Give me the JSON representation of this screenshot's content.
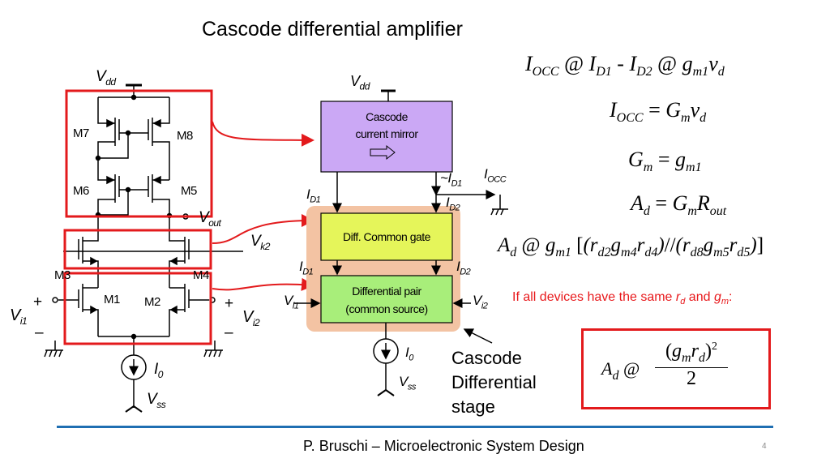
{
  "title": "Cascode differential amplifier",
  "schematic": {
    "vdd": "V",
    "vdd_sub": "dd",
    "vss": "V",
    "vss_sub": "ss",
    "vout": "V",
    "vout_sub": "out",
    "vk2": "V",
    "vk2_sub": "k2",
    "vi1": "V",
    "vi1_sub": "i1",
    "vi2": "V",
    "vi2_sub": "i2",
    "i0": "I",
    "i0_sub": "0",
    "plus": "+",
    "minus": "–",
    "transistors": [
      "M7",
      "M8",
      "M6",
      "M5",
      "M3",
      "M4",
      "M1",
      "M2"
    ]
  },
  "block_diagram": {
    "vdd": "V",
    "vdd_sub": "dd",
    "mirror_line1": "Cascode",
    "mirror_line2": "current mirror",
    "common_gate": "Diff. Common gate",
    "diff_pair_line1": "Differential pair",
    "diff_pair_line2": "(common source)",
    "id1": "I",
    "id1_sub": "D1",
    "id2": "I",
    "id2_sub": "D2",
    "approx_id1": "~I",
    "approx_id1_sub": "D1",
    "iocc": "I",
    "iocc_sub": "OCC",
    "vi1": "V",
    "vi1_sub": "i1",
    "vi2": "V",
    "vi2_sub": "i2",
    "i0": "I",
    "i0_sub": "0",
    "vss": "V",
    "vss_sub": "ss",
    "colors": {
      "mirror": "#cba8f5",
      "common_gate": "#e5f55a",
      "diff_pair": "#a8ee7a",
      "stage_bg": "#f3c3a3"
    }
  },
  "caption": [
    "Cascode",
    "Differential",
    "stage"
  ],
  "equations": {
    "eq1": "I_OCC @ I_D1 - I_D2 @ g_m1 v_d",
    "eq2": "I_OCC = G_m v_d",
    "eq3": "G_m = g_m1",
    "eq4": "A_d = G_m R_out",
    "eq5": "A_d @ g_m1 [(r_d2 g_m4 r_d4)//(r_d8 g_m5 r_d5)]",
    "result": "A_d @ (g_m r_d)^2 / 2"
  },
  "note": {
    "prefix": "If all devices have the same ",
    "rd": "r",
    "rd_sub": "d",
    "and": " and ",
    "gm": "g",
    "gm_sub": "m",
    "suffix": ":"
  },
  "footer": {
    "text": "P. Bruschi – Microelectronic System Design",
    "page": "4"
  },
  "accent_colors": {
    "highlight": "#e31a1c",
    "footer_rule": "#1f6fb2"
  }
}
